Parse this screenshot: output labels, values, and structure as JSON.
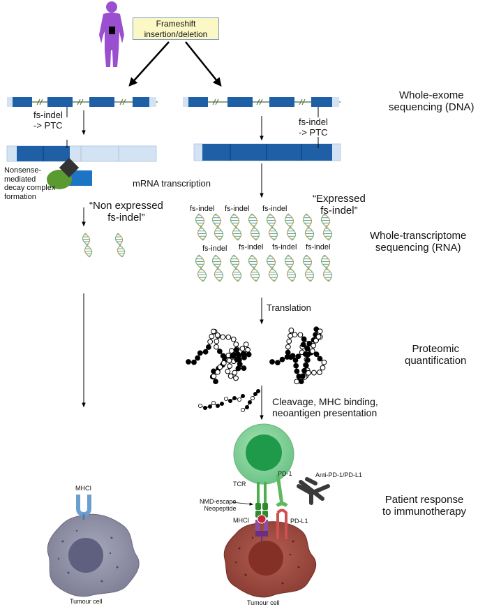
{
  "top": {
    "mutation_box": "Frameshift\ninsertion/deletion"
  },
  "left_branch": {
    "fs_indel_ptc": "fs-indel\n-> PTC",
    "nmd_label": "Nonsense-\nmediated\ndecay complex\nformation",
    "non_expressed": "“Non expressed\nfs-indel”",
    "mhc_label": "MHCI",
    "tumour_label": "Tumour cell"
  },
  "right_branch": {
    "fs_indel_ptc": "fs-indel\n-> PTC",
    "mrna_transcription": "mRNA transcription",
    "expressed": "“Expressed\nfs-indel”",
    "fs_indel_tag": "fs-indel",
    "translation": "Translation",
    "cleavage": "Cleavage, MHC binding,\nneoantigen presentation",
    "tcr": "TCR",
    "pd1": "PD-1",
    "anti_pd": "Anti-PD-1/PD-L1",
    "nmd_escape": "NMD-escape\nNeopeptide",
    "mhc_label": "MHCI",
    "pdl1": "PD-L1",
    "tumour_label": "Tumour cell"
  },
  "stages": [
    "Whole-exome\nsequencing (DNA)",
    "Whole-transcriptome\nsequencing (RNA)",
    "Proteomic\nquantification",
    "Patient response\nto immunotherapy"
  ],
  "colors": {
    "exon": "#1f5fa6",
    "exon_light": "#d4e3f3",
    "person": "#9a4fd0",
    "nmd_green": "#5a9a30",
    "nmd_blue": "#1e74c4",
    "tcell": "#7fd19a",
    "tcell_nucleus": "#1f9a4a",
    "tumour_left": "#8d8da4",
    "tumour_right": "#9c4a40",
    "mhc": "#6b9fd0",
    "pd1": "#5fb85f",
    "pdl1": "#d05050"
  }
}
